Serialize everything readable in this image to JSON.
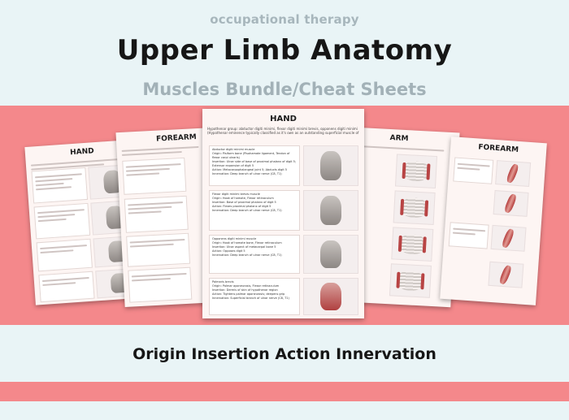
{
  "header": {
    "eyebrow": "occupational therapy",
    "title": "Upper Limb Anatomy",
    "subtitle": "Muscles Bundle/Cheat Sheets"
  },
  "footer": {
    "tagline": "Origin Insertion Action Innervation"
  },
  "sheets": {
    "hand_left": {
      "title": "HAND"
    },
    "forearm_left": {
      "title": "FOREARM"
    },
    "hand_center": {
      "title": "HAND",
      "intro": "Hypothenar group: abductor digiti minimi, flexor digiti minimi brevis, opponens digiti minimi (Hypothenar eminence typically classified as it's own as an outstanding superficial muscle of this region).",
      "items": [
        {
          "name": "Abductor digiti minimi muscle",
          "origin": "Origin: Pisiform bone (Pisohamate ligament, Tendon of flexor carpi ulnaris)",
          "insertion": "Insertion: Ulnar side of base of proximal phalanx of digit 5; Extensor expansion of digit 5",
          "action": "Action: Metacarpophalangeal joint 5; Abducts digit 5",
          "innervation": "Innervation: Deep branch of ulnar nerve (C8, T1)"
        },
        {
          "name": "Flexor digiti minimi brevis muscle",
          "origin": "Origin: Hook of hamate, Flexor retinaculum",
          "insertion": "Insertion: Base of proximal phalanx of digit 5",
          "action": "Action: Flexes proximal phalanx of digit 5",
          "innervation": "Innervation: Deep branch of ulnar nerve (C8, T1)"
        },
        {
          "name": "Opponens digiti minimi muscle",
          "origin": "Origin: Hook of hamate bone, Flexor retinaculum",
          "insertion": "Insertion: Ulnar aspect of metacarpal bone 5",
          "action": "Action: Opposes digit 5",
          "innervation": "Innervation: Deep branch of ulnar nerve (C8, T1)"
        },
        {
          "name": "Palmaris brevis",
          "origin": "Origin: Palmar aponeurosis, Flexor retinaculum",
          "insertion": "Insertion: Dermis of skin of hypothenar region",
          "action": "Action: Tightens palmar aponeurosis; deepens grip",
          "innervation": "Innervation: Superficial branch of ulnar nerve (C8, T1)"
        }
      ]
    },
    "arm": {
      "title": "ARM"
    },
    "forearm_right": {
      "title": "FOREARM"
    }
  }
}
